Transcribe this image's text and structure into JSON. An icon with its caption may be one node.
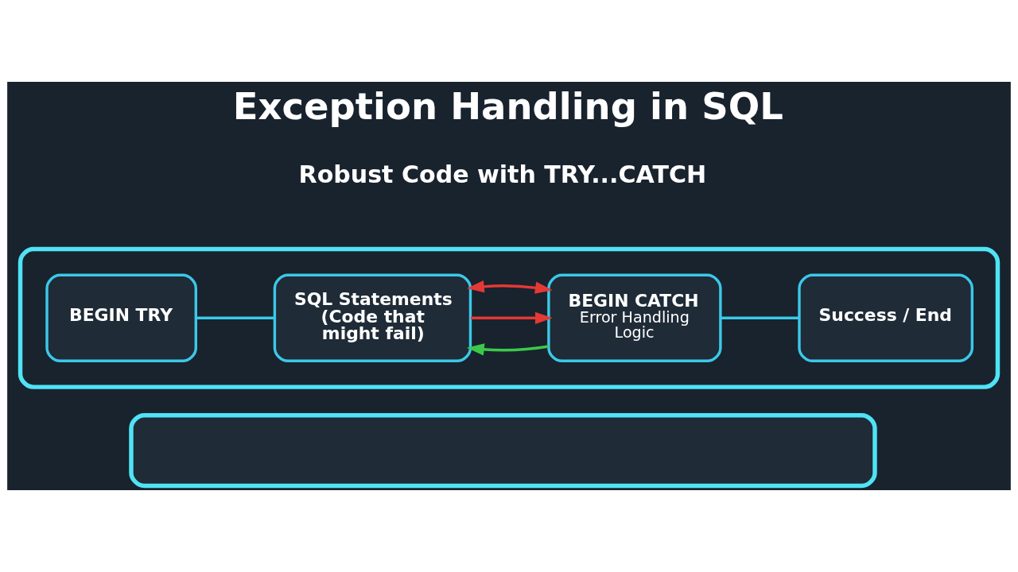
{
  "diagram": {
    "title": "Exception Handling in SQL",
    "nodes": [
      {
        "text": [],
        "shape": "box"
      },
      {
        "text": [
          "BEGIN TRY"
        ],
        "in": 0
      },
      {
        "text": [
          "SQL Statements (Code that might fail)"
        ],
        "in": 0
      },
      {
        "text": [
          "BEGIN CATCH",
          "Error Handling Logic"
        ],
        "in": 0
      },
      {
        "text": [
          "Success / End"
        ],
        "in": 0
      },
      {
        "text": [],
        "shape": "box"
      }
    ],
    "edges": [
      {
        "from": 1,
        "to": 2,
        "arrow": "none",
        "color": "#3cc8e8"
      },
      {
        "from": 3,
        "to": 2,
        "arrow": "to",
        "color": "#3cc84a"
      },
      {
        "from": 2,
        "to": 3,
        "arrow": "to",
        "color": "#e53935"
      },
      {
        "from": 2,
        "to": 3,
        "arrow": "both",
        "color": "#e53935"
      },
      {
        "from": 3,
        "to": 4,
        "arrow": "none",
        "color": "#3cc8e8"
      }
    ],
    "labels": [
      "Robust Code with TRY...CATCH"
    ]
  }
}
